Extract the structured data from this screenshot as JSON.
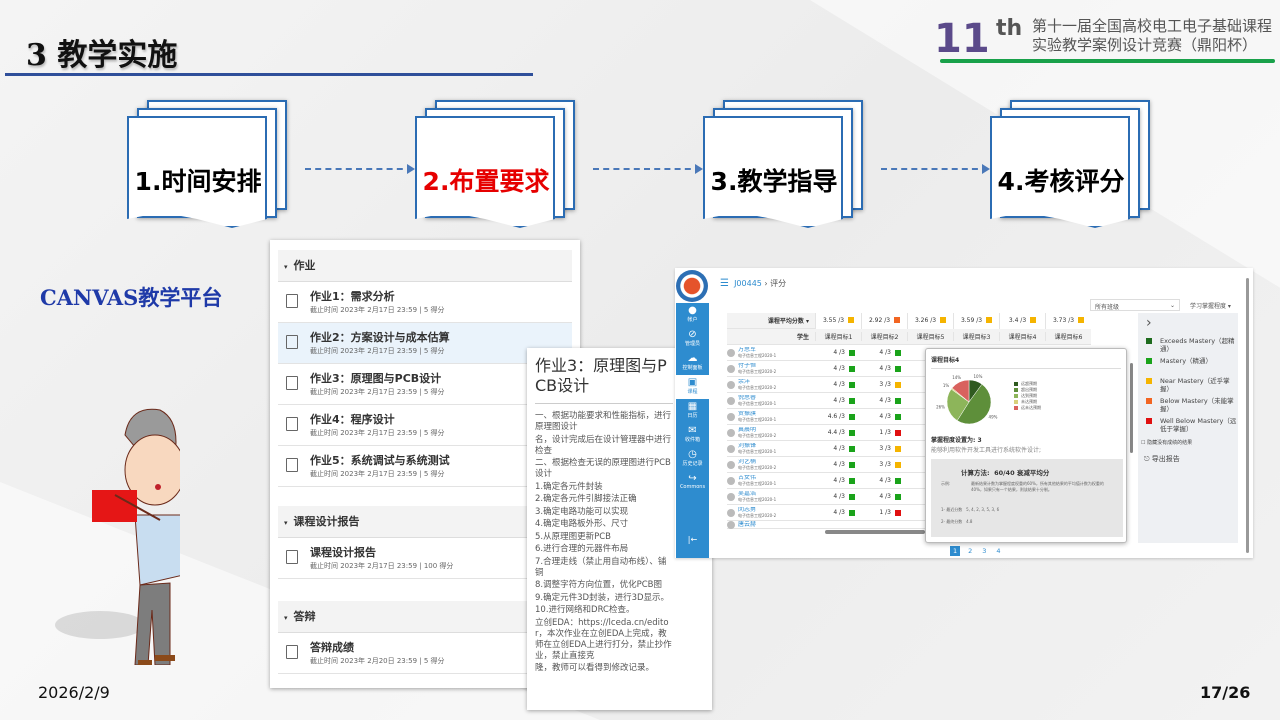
{
  "slide": {
    "title": "3 教学实施",
    "date": "2026/2/9",
    "page": "17/26",
    "platform_label": "CANVAS教学平台"
  },
  "logo": {
    "number": "11",
    "suffix": "th",
    "line1": "第十一届全国高校电工电子基础课程",
    "line2": "实验教学案例设计竞赛（鼎阳杯）"
  },
  "steps": [
    {
      "label": "1.时间安排",
      "color": "#000000"
    },
    {
      "label": "2.布置要求",
      "color": "#e60000"
    },
    {
      "label": "3.教学指导",
      "color": "#000000"
    },
    {
      "label": "4.考核评分",
      "color": "#000000"
    }
  ],
  "assignments": {
    "sections": [
      {
        "title": "作业",
        "items": [
          {
            "name": "作业1：需求分析",
            "meta": "截止时间 2023年 2月17日 23:59  |  5 得分"
          },
          {
            "name": "作业2：方案设计与成本估算",
            "meta": "截止时间 2023年 2月17日 23:59  |  5 得分"
          },
          {
            "name": "作业3：原理图与PCB设计",
            "meta": "截止时间 2023年 2月17日 23:59  |  5 得分"
          },
          {
            "name": "作业4：程序设计",
            "meta": "截止时间 2023年 2月17日 23:59  |  5 得分"
          },
          {
            "name": "作业5：系统调试与系统测试",
            "meta": "截止时间 2023年 2月17日 23:59  |  5 得分"
          }
        ]
      },
      {
        "title": "课程设计报告",
        "items": [
          {
            "name": "课程设计报告",
            "meta": "截止时间 2023年 2月17日 23:59  |  100 得分"
          }
        ]
      },
      {
        "title": "答辩",
        "items": [
          {
            "name": "答辩成绩",
            "meta": "截止时间 2023年 2月20日 23:59  |  5 得分"
          }
        ]
      }
    ]
  },
  "assignment_detail": {
    "title": "作业3：原理图与PCB设计",
    "lines": [
      "一、根据功能要求和性能指标，进行原理图设计",
      "名，设计完成后在设计管理器中进行检查",
      "二、根据检查无误的原理图进行PCB设计",
      "1.确定各元件封装",
      "2.确定各元件引脚接法正确",
      "3.确定电路功能可以实现",
      "4.确定电路板外形、尺寸",
      "5.从原理图更新PCB",
      "6.进行合理的元器件布局",
      "7.合理走线（禁止用自动布线）、铺铜",
      "8.调整字符方向位置，优化PCB图",
      "9.确定元件3D封装，进行3D显示。",
      "10.进行网络和DRC检查。",
      "立创EDA：https://lceda.cn/editor，本次作业在立创EDA上完成，教师在立创EDA上进行打分，禁止抄作业，禁止直接克",
      "隆，教师可以看得到修改记录。"
    ]
  },
  "gradebook": {
    "breadcrumb": {
      "course": "J00445",
      "page": "评分"
    },
    "nav": [
      "帐户",
      "管理员",
      "控制面板",
      "课程",
      "日历",
      "收件箱",
      "历史记录",
      "Commons"
    ],
    "avg_label": "课程平均分数 ▾",
    "student_label": "学生",
    "columns": [
      {
        "name": "课程目标1",
        "avg": "3.55 /3",
        "color": "#f5b400"
      },
      {
        "name": "课程目标2",
        "avg": "2.92 /3",
        "color": "#f26522"
      },
      {
        "name": "课程目标5",
        "avg": "3.26 /3",
        "color": "#f5b400"
      },
      {
        "name": "课程目标3",
        "avg": "3.59 /3",
        "color": "#f5b400"
      },
      {
        "name": "课程目标4",
        "avg": "3.4 /3",
        "color": "#f5b400"
      },
      {
        "name": "课程目标6",
        "avg": "3.73 /3",
        "color": "#f5b400"
      }
    ],
    "students": [
      {
        "name": "万思军",
        "class": "电子信息工程2020-1",
        "s1": "4 /3",
        "c1": "#1aa31a",
        "s2": "4 /3",
        "c2": "#1aa31a"
      },
      {
        "name": "付子恒",
        "class": "电子信息工程2020-2",
        "s1": "4 /3",
        "c1": "#1aa31a",
        "s2": "4 /3",
        "c2": "#1aa31a"
      },
      {
        "name": "余洋",
        "class": "电子信息工程2020-2",
        "s1": "4 /3",
        "c1": "#1aa31a",
        "s2": "3 /3",
        "c2": "#f5b400"
      },
      {
        "name": "倪思睿",
        "class": "电子信息工程2020-1",
        "s1": "4 /3",
        "c1": "#1aa31a",
        "s2": "4 /3",
        "c2": "#1aa31a"
      },
      {
        "name": "贺振旗",
        "class": "电子信息工程2020-1",
        "s1": "4.6 /3",
        "c1": "#1aa31a",
        "s2": "4 /3",
        "c2": "#1aa31a"
      },
      {
        "name": "冀晨明",
        "class": "电子信息工程2020-2",
        "s1": "4.4 /3",
        "c1": "#1aa31a",
        "s2": "1 /3",
        "c2": "#e01010"
      },
      {
        "name": "刘振锋",
        "class": "电子信息工程2020-1",
        "s1": "4 /3",
        "c1": "#1aa31a",
        "s2": "3 /3",
        "c2": "#f5b400"
      },
      {
        "name": "刘艺楠",
        "class": "电子信息工程2020-2",
        "s1": "4 /3",
        "c1": "#1aa31a",
        "s2": "3 /3",
        "c2": "#f5b400"
      },
      {
        "name": "古女伟",
        "class": "电子信息工程2020-1",
        "s1": "4 /3",
        "c1": "#1aa31a",
        "s2": "4 /3",
        "c2": "#1aa31a"
      },
      {
        "name": "吴嘉浩",
        "class": "电子信息工程2020-1",
        "s1": "4 /3",
        "c1": "#1aa31a",
        "s2": "4 /3",
        "c2": "#1aa31a"
      },
      {
        "name": "闵志勇",
        "class": "电子信息工程2020-2",
        "s1": "4 /3",
        "c1": "#1aa31a",
        "s2": "1 /3",
        "c2": "#e01010"
      },
      {
        "name": "唐云赫",
        "class": "",
        "s1": "",
        "c1": "",
        "s2": "",
        "c2": ""
      }
    ],
    "filter": "所有班级",
    "view": "学习掌握程度 ▾",
    "mastery_legend": [
      {
        "label": "Exceeds Mastery（超精通）",
        "color": "#1e6b1e"
      },
      {
        "label": "Mastery（精通）",
        "color": "#1aa31a"
      },
      {
        "label": "Near Mastery（近乎掌握）",
        "color": "#f5b400"
      },
      {
        "label": "Below Mastery（未能掌握）",
        "color": "#f26522"
      },
      {
        "label": "Well Below Mastery（远低于掌握）",
        "color": "#e01010"
      }
    ],
    "hide_empty": "隐藏没有成绩的结果",
    "export": "导出报告",
    "pages": [
      "1",
      "2",
      "3",
      "4"
    ],
    "popup": {
      "title": "课程目标4",
      "mastery_set": "掌握程度设置为: 3",
      "desc": "能够利用软件开发工具进行系统软件设计;",
      "calc_label": "计算方法:",
      "calc_value": "60/40 衰减平均分",
      "example_label": "示例:",
      "example_text": "最新结果计数为掌握程度权重的60%，所有其他结果的平均值计数为权重的40%，如果只有一个结果，则该结果十分制。",
      "recent_label": "1- 最近分数",
      "recent_value": "5, 4, 2, 3, 5, 3, 6",
      "final_label": "2- 最终分数",
      "final_value": "4.8"
    }
  },
  "chart_data": {
    "type": "pie",
    "title": "课程目标4",
    "labels": [
      "远超预期",
      "超出预期",
      "达到预期",
      "未达预期",
      "远未达预期"
    ],
    "values": [
      10,
      49,
      26,
      1,
      14
    ],
    "colors": [
      "#2f5a1f",
      "#5e8f3a",
      "#8db55a",
      "#d8d07a",
      "#d9625e"
    ]
  }
}
